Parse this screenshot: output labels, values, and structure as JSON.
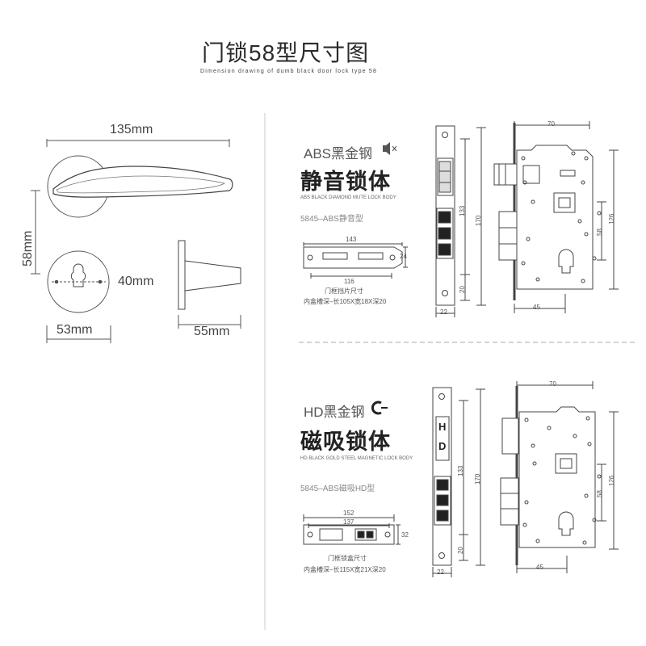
{
  "header": {
    "title": "门锁58型尺寸图",
    "subtitle": "Dimension drawing of dumb black door lock type 58"
  },
  "handle": {
    "width_label": "135mm",
    "height_label": "58mm",
    "cylinder_label": "40mm",
    "rose_label": "53mm",
    "depth_label": "55mm"
  },
  "abs_lock": {
    "title": "ABS黑金钢",
    "name": "静音锁体",
    "desc": "ABS BLACK DIAMOND MUTE LOCK BODY",
    "model": "5845–ABS静音型",
    "plate_total": "143",
    "plate_inner": "116",
    "plate_height": "24",
    "strike_label": "门框挡片尺寸",
    "slot_spec": "内盒槽深–长105X宽18X深20",
    "face_width": "22",
    "dim_133": "133",
    "dim_170": "170",
    "dim_20": "20",
    "body_width": "70",
    "backset": "45",
    "dim_58": "58",
    "dim_126": "126",
    "icon": "speaker-mute-icon"
  },
  "hd_lock": {
    "title": "HD黑金钢",
    "name": "磁吸锁体",
    "desc": "HD BLACK GOLD STEEL MAGNETIC LOCK BODY",
    "model": "5845–ABS磁吸HD型",
    "plate_total": "152",
    "plate_inner": "137",
    "plate_height": "32",
    "strike_label": "门框锁盒尺寸",
    "slot_spec": "内盒槽深–长115X宽21X深20",
    "face_width": "22",
    "dim_133": "133",
    "dim_170": "170",
    "dim_20": "20",
    "body_width": "70",
    "backset": "45",
    "dim_58": "58",
    "dim_126": "126",
    "hd_badge_h": "H",
    "hd_badge_d": "D",
    "icon": "magnet-c-icon"
  }
}
